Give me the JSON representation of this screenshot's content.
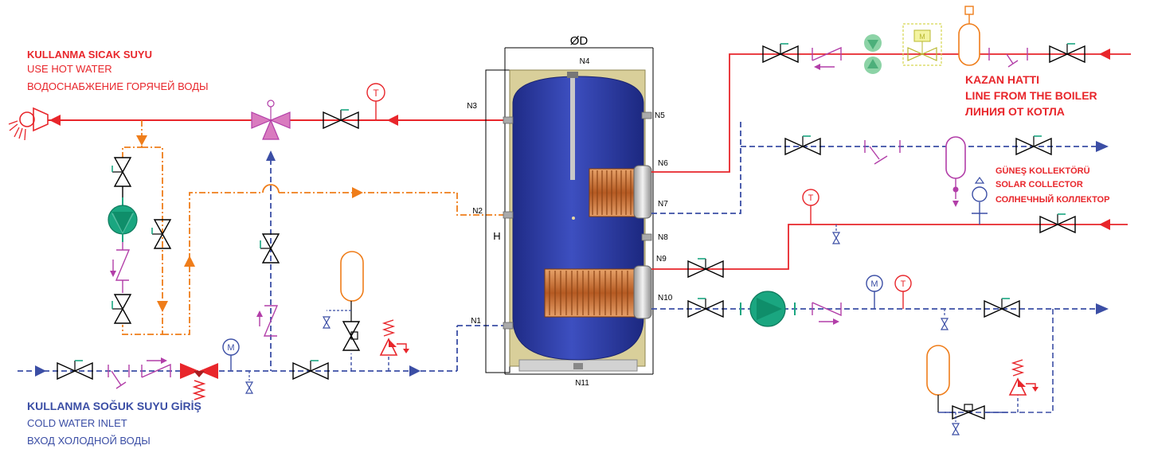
{
  "colors": {
    "hot": "#e8262b",
    "cold": "#3b4ea5",
    "recirc": "#ef7d1a",
    "check_valve": "#b23ea8",
    "pump": "#1aa680",
    "tank_body": "#2f3ea4",
    "jacket": "#d9cf9a",
    "coil": "#c26a2c"
  },
  "hot_water_labels": {
    "tr": "KULLANMA SICAK SUYU",
    "en": "USE HOT WATER",
    "ru": "ВОДОСНАБЖЕНИЕ ГОРЯЧЕЙ ВОДЫ"
  },
  "cold_water_labels": {
    "tr": "KULLANMA SOĞUK SUYU GİRİŞ",
    "en": "COLD WATER INLET",
    "ru": "ВХОД ХОЛОДНОЙ ВОДЫ"
  },
  "boiler_labels": {
    "tr": "KAZAN HATTI",
    "en": "LINE FROM THE BOILER",
    "ru": "ЛИНИЯ ОТ КОТЛА"
  },
  "solar_labels": {
    "tr": "GÜNEŞ KOLLEKTÖRÜ",
    "en": "SOLAR COLLECTOR",
    "ru": "СОЛНЕЧНЫЙ КОЛЛЕКТОР"
  },
  "dims": {
    "diameter": "ØD",
    "height": "H"
  },
  "nozzles": {
    "n1": "N1",
    "n2": "N2",
    "n3": "N3",
    "n4": "N4",
    "n5": "N5",
    "n6": "N6",
    "n7": "N7",
    "n8": "N8",
    "n9": "N9",
    "n10": "N10",
    "n11": "N11"
  },
  "instruments": {
    "temp": "T",
    "manometer": "M",
    "motor": "M"
  },
  "icons": [
    "shower-icon",
    "gate-valve-icon",
    "check-valve-icon",
    "pump-icon",
    "thermometer-icon",
    "manometer-icon",
    "expansion-vessel-icon",
    "safety-valve-icon",
    "three-way-valve-icon",
    "strainer-icon",
    "pressure-reducer-icon",
    "air-separator-icon",
    "motorized-valve-icon"
  ]
}
